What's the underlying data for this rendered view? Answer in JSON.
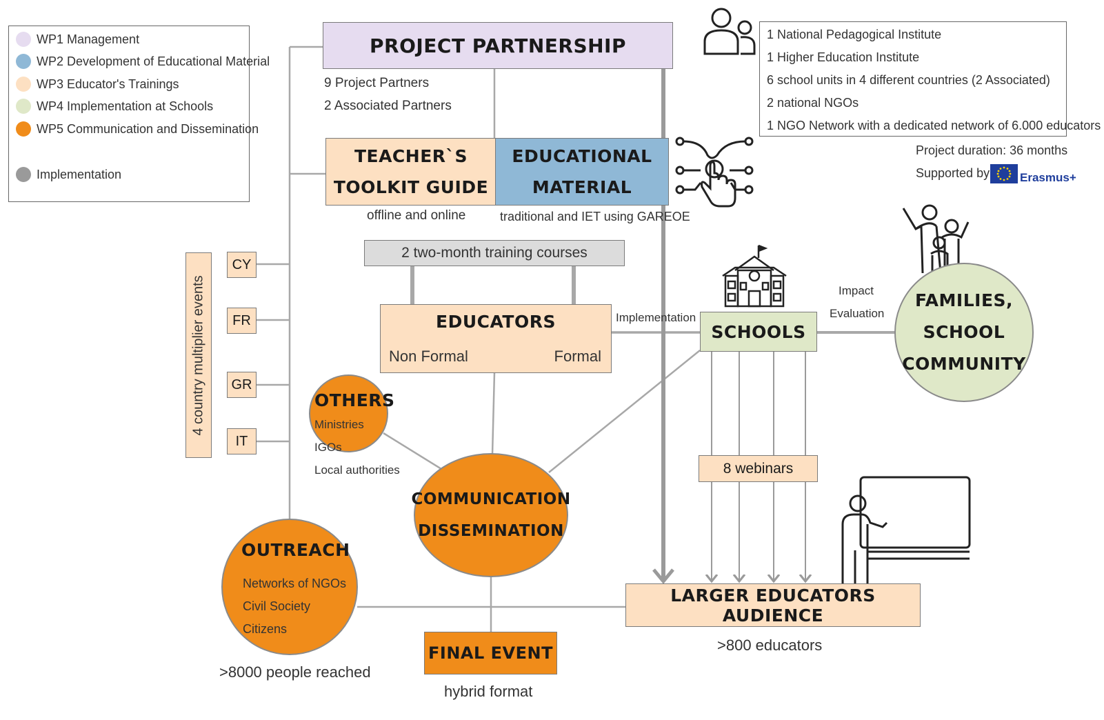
{
  "legend": {
    "items": [
      {
        "label": "WP1 Management",
        "color": "#e6dcf0"
      },
      {
        "label": "WP2 Development of Educational Material",
        "color": "#8fb8d6"
      },
      {
        "label": "WP3 Educator's Trainings",
        "color": "#fde0c2"
      },
      {
        "label": "WP4 Implementation at Schools",
        "color": "#dfe8c8"
      },
      {
        "label": "WP5 Communication and Dissemination",
        "color": "#f08c1a"
      }
    ],
    "implementation": {
      "label": "Implementation",
      "color": "#9a9a9a"
    }
  },
  "partnership": {
    "title": "PROJECT PARTNERSHIP",
    "partners": "9 Project Partners",
    "associated": "2 Associated Partners"
  },
  "info": {
    "lines": [
      "1 National Pedagogical Institute",
      "1 Higher Education Institute",
      "6 school units in 4 different countries (2 Associated)",
      "2 national NGOs",
      "1 NGO Network with a dedicated network of 6.000 educators"
    ],
    "duration": "Project duration: 36 months",
    "supported": "Supported by",
    "erasmus": "Erasmus+"
  },
  "toolkit": {
    "line1": "TEACHER`S",
    "line2": "TOOLKIT GUIDE",
    "caption": "offline and online"
  },
  "material": {
    "line1": "EDUCATIONAL",
    "line2": "MATERIAL",
    "caption": "traditional and IET using GAREOE"
  },
  "training": {
    "label": "2 two-month training courses"
  },
  "educators": {
    "title": "EDUCATORS",
    "left": "Non Formal",
    "right": "Formal"
  },
  "implementation_label": "Implementation",
  "schools": {
    "title": "SCHOOLS"
  },
  "impact": {
    "line1": "Impact",
    "line2": "Evaluation"
  },
  "families": {
    "line1": "FAMILIES,",
    "line2": "SCHOOL",
    "line3": "COMMUNITY"
  },
  "multiplier": {
    "label": "4 country multiplier events",
    "countries": [
      "CY",
      "FR",
      "GR",
      "IT"
    ]
  },
  "others": {
    "title": "OTHERS",
    "items": [
      "Ministries",
      "IGOs",
      "Local authorities"
    ]
  },
  "communication": {
    "line1": "COMMUNICATION",
    "line2": "DISSEMINATION"
  },
  "webinars": {
    "label": "8 webinars"
  },
  "outreach": {
    "title": "OUTREACH",
    "items": [
      "Networks of NGOs",
      "Civil Society",
      "Citizens"
    ],
    "caption": ">8000 people reached"
  },
  "final_event": {
    "title": "FINAL EVENT",
    "caption": "hybrid format"
  },
  "audience": {
    "title": "LARGER EDUCATORS AUDIENCE",
    "caption": ">800 educators"
  }
}
